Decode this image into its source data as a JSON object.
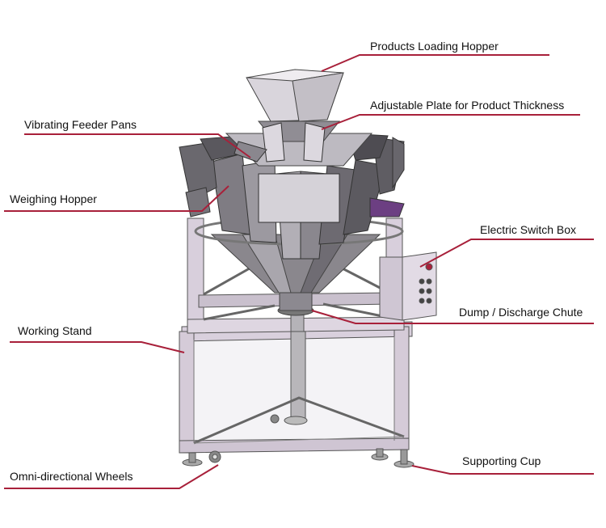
{
  "diagram": {
    "accent_color": "#a8203a",
    "labels": {
      "products_loading_hopper": "Products Loading Hopper",
      "adjustable_plate": "Adjustable Plate for Product Thickness",
      "vibrating_feeder_pans": "Vibrating Feeder Pans",
      "weighing_hopper": "Weighing Hopper",
      "electric_switch_box": "Electric Switch Box",
      "dump_discharge_chute": "Dump / Discharge Chute",
      "working_stand": "Working Stand",
      "supporting_cup": "Supporting Cup",
      "omni_directional_wheels": "Omni-directional Wheels"
    }
  }
}
